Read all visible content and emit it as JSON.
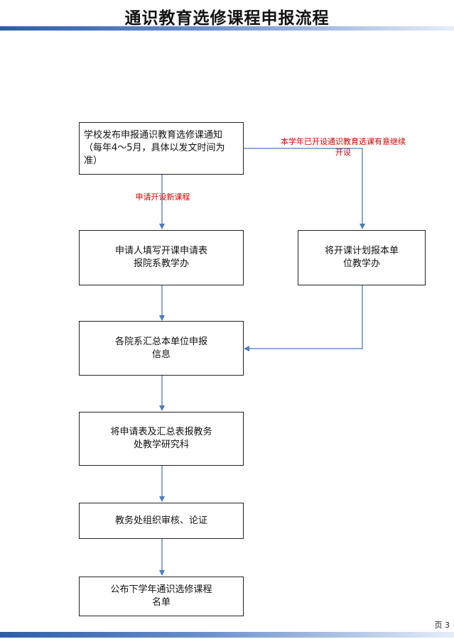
{
  "page": {
    "title": "通识教育选修课程申报流程",
    "page_number": "页 3"
  },
  "flow": {
    "step1": "学校发布申报通识教育选修课通知（每年4～5月，具体以发文时间为准）",
    "branch_new_label": "申请开设新课程",
    "branch_continue_label": "本学年已开设通识教育选课有意继续开设",
    "step2_new": "申请人填写开课申请表报院系教学办",
    "step2_continue": "将开课计划报本单位教学办",
    "step3": "各院系汇总本单位申报信息",
    "step4": "将申请表及汇总表报教务处教学研究科",
    "step5": "教务处组织审核、论证",
    "step6": "公布下学年通识选修课程名单"
  },
  "colors": {
    "arrow": "#4a7bc0",
    "branch_label": "#d40000",
    "box_border": "#222222",
    "accent_bar": "#2e5da8"
  }
}
